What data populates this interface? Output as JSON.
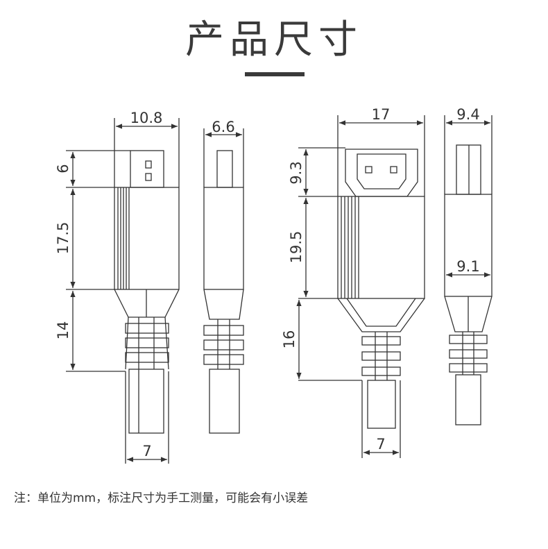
{
  "title": "产品尺寸",
  "note": "注：单位为mm，标注尺寸为手工测量，可能会有小误差",
  "micro_usb": {
    "front_width": "10.8",
    "side_width": "6.6",
    "plug_height": "6",
    "body_height": "17.5",
    "strain_height": "14",
    "cable_width": "7"
  },
  "hdmi": {
    "front_width": "17",
    "side_width": "9.4",
    "plug_height": "9.3",
    "body_height": "19.5",
    "side_inner_width": "9.1",
    "strain_height": "16",
    "cable_width": "7"
  }
}
